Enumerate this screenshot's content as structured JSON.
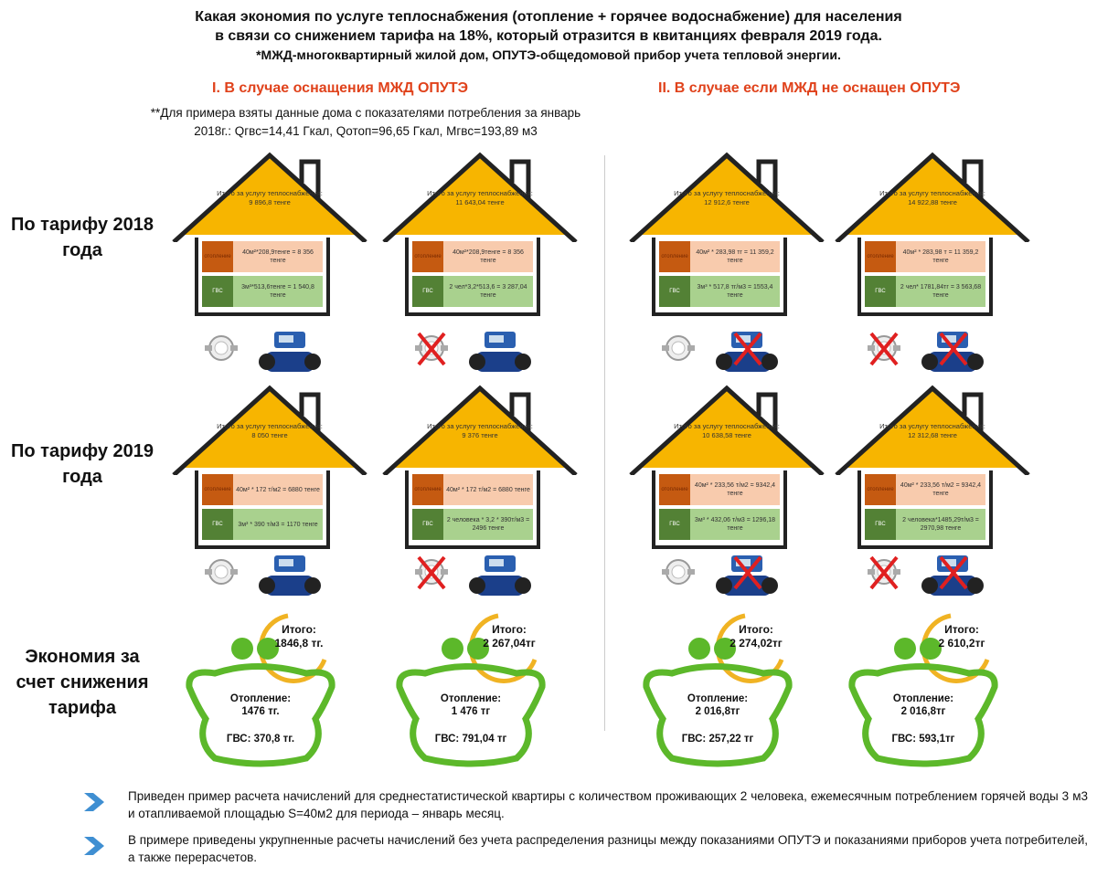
{
  "title": {
    "line1": "Какая экономия по услуге теплоснабжения (отопление + горячее водоснабжение) для населения",
    "line2": "в связи со снижением тарифа на 18%, который отразится в квитанциях февраля 2019 года.",
    "line3": "*МЖД-многоквартирный жилой дом, ОПУТЭ-общедомовой прибор учета тепловой энергии."
  },
  "sections": {
    "left": "I. В случае оснащения МЖД ОПУТЭ",
    "right": "II. В случае если МЖД не оснащен ОПУТЭ"
  },
  "note": "**Для примера взяты данные дома с показателями потребления за январь 2018г.: Qгвс=14,41 Гкал, Qотоп=96,65 Гкал, Мгвс=193,89 м3",
  "row_labels": {
    "r2018": "По тарифу 2018 года",
    "r2019": "По тарифу 2019 года",
    "savings": "Экономия за счет снижения тарифа"
  },
  "house_common": {
    "roof_label": "Итого за услугу теплоснабжения:",
    "heat_label": "отопление",
    "gvs_label": "ГВС"
  },
  "houses": [
    {
      "total": "9 896,8 тенге",
      "heat": "40м²*208,9тенге = 8 356 тенге",
      "gvs": "3м³*513,6тенге = 1 540,8 тенге"
    },
    {
      "total": "11 643,04 тенге",
      "heat": "40м²*208,9тенге = 8 356 тенге",
      "gvs": "2 чел*3,2*513,6 = 3 287,04 тенге"
    },
    {
      "total": "12 912,6 тенге",
      "heat": "40м² * 283,98 тг = 11 359,2 тенге",
      "gvs": "3м³ * 517,8 тг/м3 = 1553,4 тенге"
    },
    {
      "total": "14 922,88 тенге",
      "heat": "40м² * 283,98 т = 11 359,2 тенге",
      "gvs": "2 чел* 1781,84тг = 3 563,68 тенге"
    },
    {
      "total": "8 050 тенге",
      "heat": "40м² * 172 т/м2 = 6880 тенге",
      "gvs": "3м³ * 390 т/м3 = 1170 тенге"
    },
    {
      "total": "9 376 тенге",
      "heat": "40м² * 172 т/м2 = 6880 тенге",
      "gvs": "2 человека * 3,2 * 390т/м3 = 2496 тенге"
    },
    {
      "total": "10 638,58 тенге",
      "heat": "40м² * 233,56 т/м2 = 9342,4 тенге",
      "gvs": "3м³ * 432,06 т/м3 = 1296,18 тенге"
    },
    {
      "total": "12 312,68 тенге",
      "heat": "40м² * 233,56 т/м2 = 9342,4 тенге",
      "gvs": "2 человека*1485,29т/м3 = 2970,98 тенге"
    }
  ],
  "meters": [
    {
      "water_crossed": false,
      "heat_crossed": false
    },
    {
      "water_crossed": true,
      "heat_crossed": false
    },
    {
      "water_crossed": false,
      "heat_crossed": true
    },
    {
      "water_crossed": true,
      "heat_crossed": true
    }
  ],
  "savings": [
    {
      "total_label": "Итого:",
      "total": "1846,8 тг.",
      "heat_label": "Отопление:",
      "heat": "1476 тг.",
      "gvs": "ГВС: 370,8 тг."
    },
    {
      "total_label": "Итого:",
      "total": "2 267,04тг",
      "heat_label": "Отопление:",
      "heat": "1 476 тг",
      "gvs": "ГВС: 791,04 тг"
    },
    {
      "total_label": "Итого:",
      "total": "2 274,02тг",
      "heat_label": "Отопление:",
      "heat": "2 016,8тг",
      "gvs": "ГВС: 257,22 тг"
    },
    {
      "total_label": "Итого:",
      "total": "2 610,2тг",
      "heat_label": "Отопление:",
      "heat": "2 016,8тг",
      "gvs": "ГВС: 593,1тг"
    }
  ],
  "bullets": [
    "Приведен пример расчета начислений для среднестатистической квартиры с количеством проживающих 2 человека, ежемесячным потреблением горячей воды 3 м3 и отапливаемой площадью S=40м2 для периода – январь месяц.",
    "В примере приведены укрупненные расчеты начислений без учета распределения разницы между показаниями ОПУТЭ и показаниями приборов учета потребителей, а также перерасчетов."
  ],
  "colors": {
    "roof": "#f7b500",
    "heat_dark": "#c55a11",
    "heat_light": "#f8cbad",
    "gvs_dark": "#538135",
    "gvs_light": "#a9d18e",
    "wallet": "#5cb82a",
    "section": "#e0421b",
    "chevron": "#3f8fd2"
  }
}
